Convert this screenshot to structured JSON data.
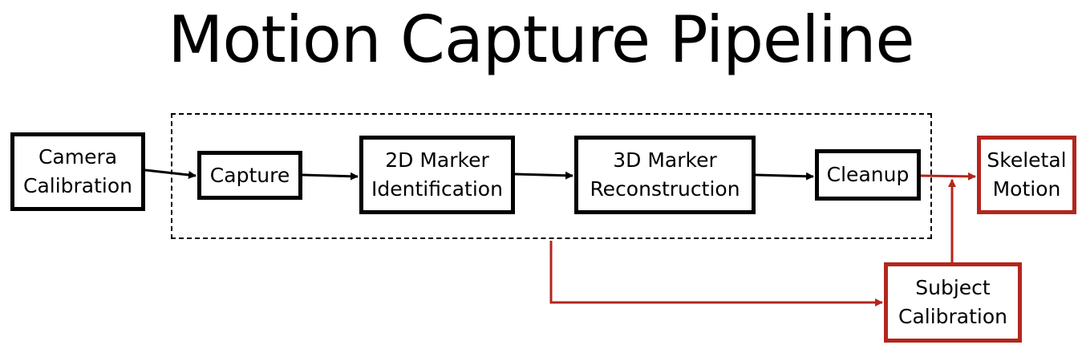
{
  "title": "Motion Capture Pipeline",
  "colors": {
    "black": "#000000",
    "red": "#b3261e"
  },
  "nodes": {
    "camera_calibration": "Camera\nCalibration",
    "capture": "Capture",
    "marker_2d": "2D Marker\nIdentification",
    "marker_3d": "3D Marker\nReconstruction",
    "cleanup": "Cleanup",
    "skeletal_motion": "Skeletal\nMotion",
    "subject_calibration": "Subject\nCalibration"
  },
  "edges": [
    {
      "from": "camera_calibration",
      "to": "capture",
      "color": "black"
    },
    {
      "from": "capture",
      "to": "marker_2d",
      "color": "black"
    },
    {
      "from": "marker_2d",
      "to": "marker_3d",
      "color": "black"
    },
    {
      "from": "marker_3d",
      "to": "cleanup",
      "color": "black"
    },
    {
      "from": "cleanup",
      "to": "skeletal_motion",
      "color": "red"
    },
    {
      "from": "pipeline_group",
      "to": "subject_calibration",
      "color": "red"
    },
    {
      "from": "subject_calibration",
      "to": "skeletal_motion",
      "color": "red"
    }
  ]
}
